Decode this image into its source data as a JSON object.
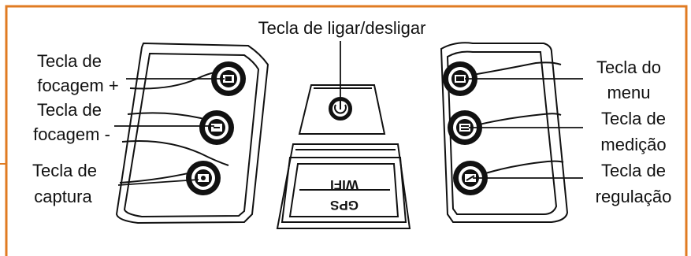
{
  "colors": {
    "border": "#e07b22",
    "line": "#111111"
  },
  "labels": {
    "power_key": "Tecla de ligar/desligar",
    "focus_plus_1": "Tecla de",
    "focus_plus_2": "focagem +",
    "focus_minus_1": "Tecla de",
    "focus_minus_2": "focagem -",
    "capture_1": "Tecla de",
    "capture_2": "captura",
    "menu_1": "Tecla do",
    "menu_2": "menu",
    "measure_1": "Tecla de",
    "measure_2": "medição",
    "adjust_1": "Tecla de",
    "adjust_2": "regulação"
  },
  "cover": {
    "line1": "WIFI",
    "line2": "GPS"
  }
}
